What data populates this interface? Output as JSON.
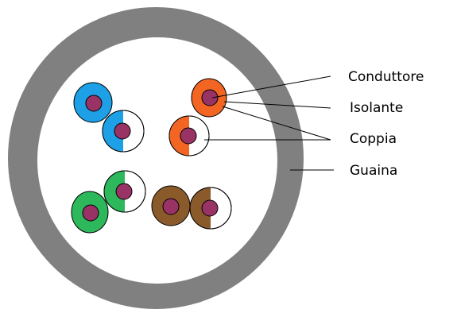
{
  "diagram": {
    "colors": {
      "sheath": "#808080",
      "interior": "#ffffff",
      "conductor": "#993366",
      "outline": "#000000",
      "stripe_background": "#ffffff"
    },
    "labels": {
      "conductor": "Conduttore",
      "insulator": "Isolante",
      "pair": "Coppia",
      "sheath": "Guaina"
    },
    "pairs": [
      {
        "color_name": "blue",
        "color": "#1ea0e6"
      },
      {
        "color_name": "orange",
        "color": "#f26522"
      },
      {
        "color_name": "green",
        "color": "#2eb85c"
      },
      {
        "color_name": "brown",
        "color": "#8b5a2b"
      }
    ]
  }
}
